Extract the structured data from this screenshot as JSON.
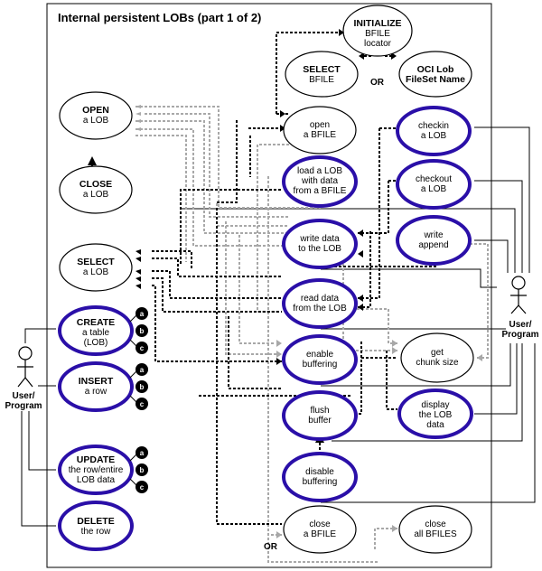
{
  "title": "Internal persistent LOBs (part 1 of 2)",
  "colors": {
    "emphasis_stroke": "#2a0fa8",
    "dashed_primary": "#000000",
    "dashed_secondary": "#a8a8a8"
  },
  "actors": {
    "left": {
      "line1": "User/",
      "line2": "Program"
    },
    "right": {
      "line1": "User/",
      "line2": "Program"
    }
  },
  "use_cases": {
    "initialize": {
      "l1": "INITIALIZE",
      "l2": "BFILE",
      "l3": "locator",
      "emphasis": false
    },
    "select_bfile": {
      "l1": "SELECT",
      "l2": "BFILE",
      "emphasis": false
    },
    "oci_fileset": {
      "l1": "OCI Lob",
      "l2": "FileSet Name",
      "emphasis": false
    },
    "open_lob": {
      "l1": "OPEN",
      "l2": "a LOB",
      "emphasis": false
    },
    "close_lob": {
      "l1": "CLOSE",
      "l2": "a LOB",
      "emphasis": false
    },
    "select_lob": {
      "l1": "SELECT",
      "l2": "a LOB",
      "emphasis": false
    },
    "create_table": {
      "l1": "CREATE",
      "l2": "a table",
      "l3": "(LOB)",
      "emphasis": true
    },
    "insert_row": {
      "l1": "INSERT",
      "l2": "a row",
      "emphasis": true
    },
    "update_row": {
      "l1": "UPDATE",
      "l2": "the row/entire",
      "l3": "LOB data",
      "emphasis": true
    },
    "delete_row": {
      "l1": "DELETE",
      "l2": "the row",
      "emphasis": true
    },
    "open_bfile": {
      "l1": "open",
      "l2": "a BFILE",
      "emphasis": false
    },
    "load_lob": {
      "l1": "load a LOB",
      "l2": "with data",
      "l3": "from a BFILE",
      "emphasis": true
    },
    "write_data": {
      "l1": "write data",
      "l2": "to the LOB",
      "emphasis": true
    },
    "read_data": {
      "l1": "read data",
      "l2": "from the LOB",
      "emphasis": true
    },
    "enable_buffering": {
      "l1": "enable",
      "l2": "buffering",
      "emphasis": true
    },
    "flush_buffer": {
      "l1": "flush",
      "l2": "buffer",
      "emphasis": true
    },
    "disable_buffering": {
      "l1": "disable",
      "l2": "buffering",
      "emphasis": true
    },
    "close_bfile": {
      "l1": "close",
      "l2": "a BFILE",
      "emphasis": false
    },
    "close_all_bfiles": {
      "l1": "close",
      "l2": "all BFILES",
      "emphasis": false
    },
    "checkin": {
      "l1": "checkin",
      "l2": "a LOB",
      "emphasis": true
    },
    "checkout": {
      "l1": "checkout",
      "l2": "a LOB",
      "emphasis": true
    },
    "write_append": {
      "l1": "write",
      "l2": "append",
      "emphasis": true
    },
    "get_chunk": {
      "l1": "get",
      "l2": "chunk size",
      "emphasis": false
    },
    "display_lob": {
      "l1": "display",
      "l2": "the LOB",
      "l3": "data",
      "emphasis": true
    }
  },
  "badges": [
    "a",
    "b",
    "c"
  ],
  "or_labels": {
    "top": "OR",
    "bottom": "OR"
  }
}
